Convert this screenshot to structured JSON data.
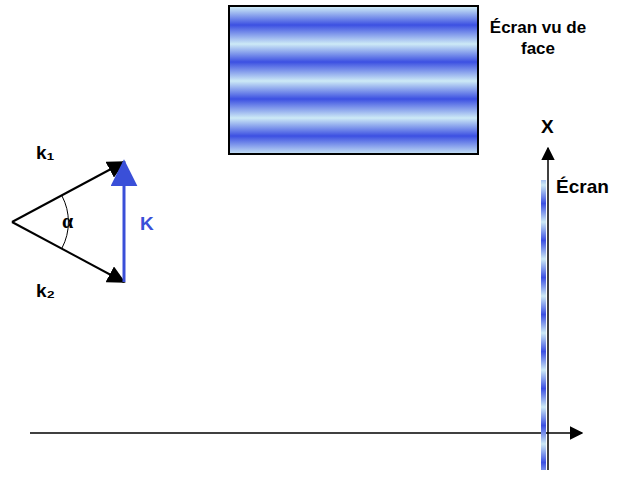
{
  "diagram": {
    "nodes": [
      {
        "text": [
          "Écran vu de face"
        ]
      }
    ],
    "labels": [
      "k₁",
      "k₂",
      "α",
      "K",
      "X",
      "Écran"
    ]
  }
}
